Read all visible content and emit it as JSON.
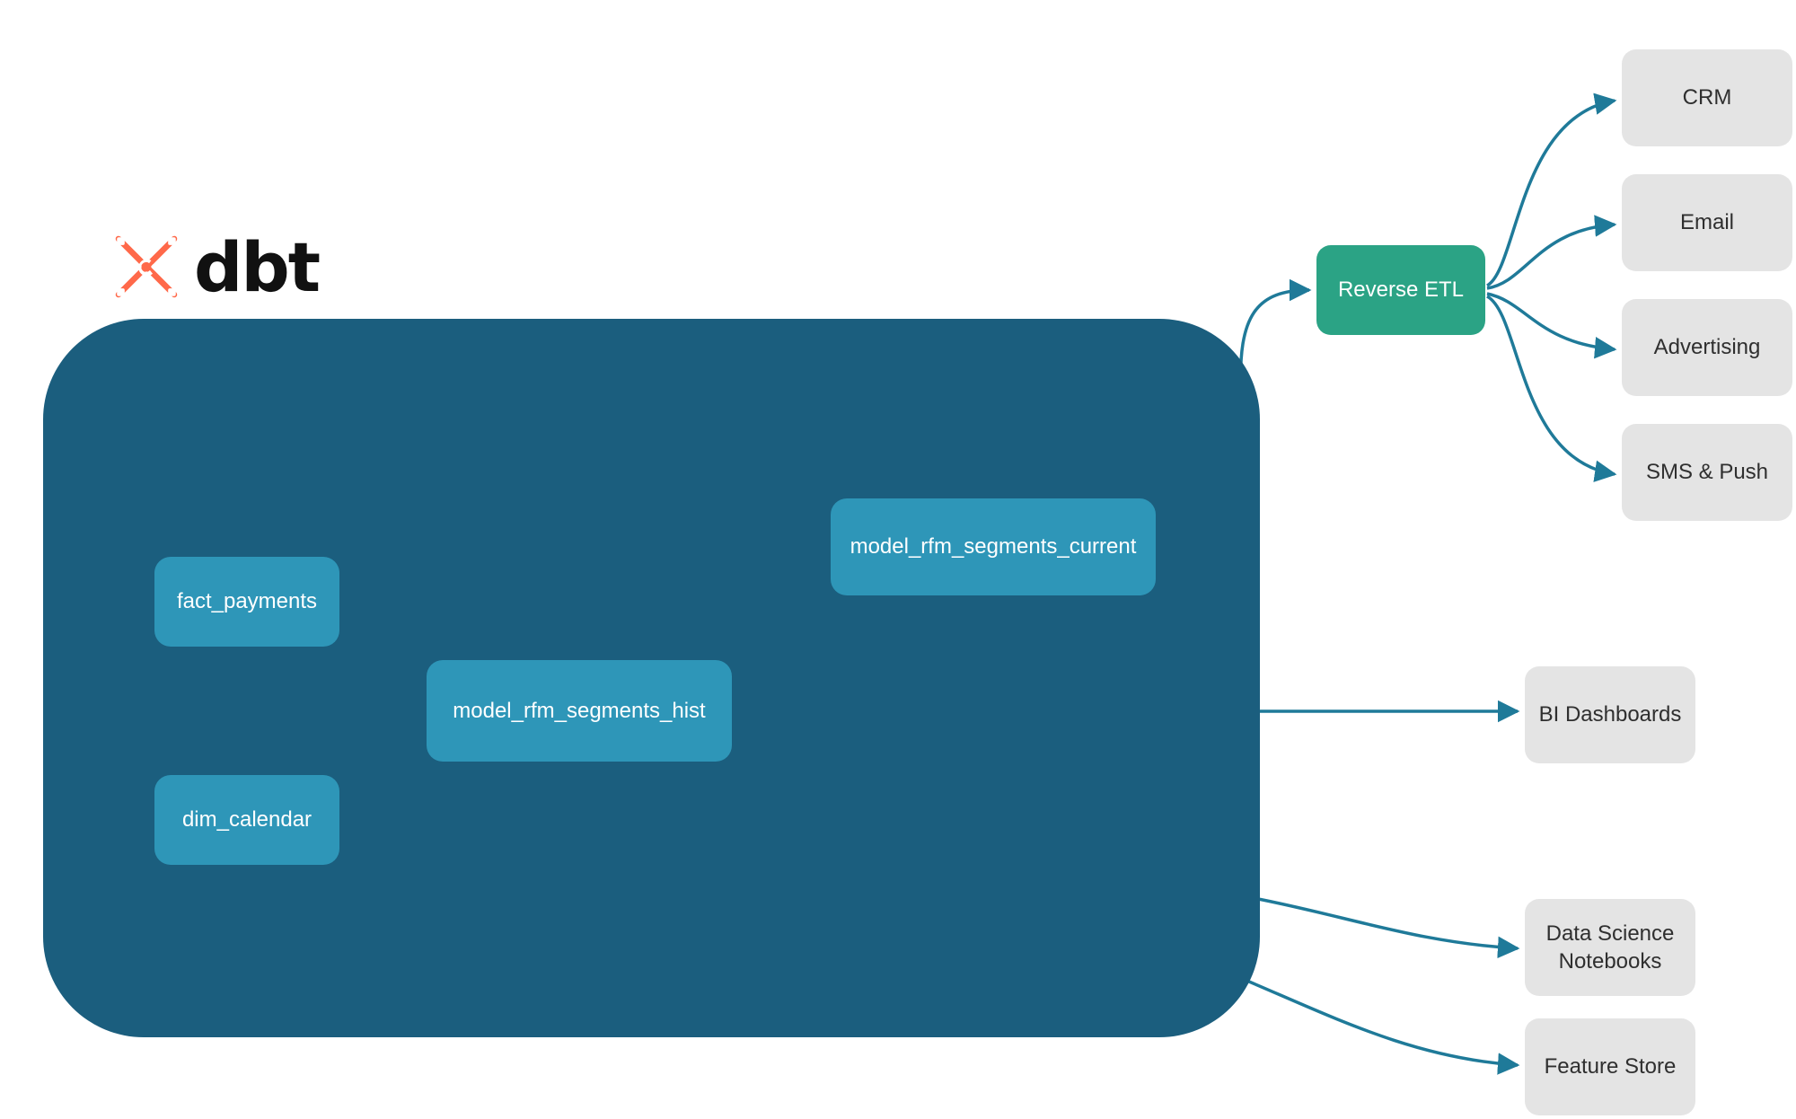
{
  "brand": {
    "logo_name": "dbt-logo",
    "wordmark": "dbt",
    "logo_color": "#FF694A"
  },
  "colors": {
    "container_bg": "#1B5E7E",
    "model_node": "#2E96B8",
    "reverse_etl_node": "#2BA385",
    "destination_node": "#E4E4E4",
    "internal_edge": "#3A8CA8",
    "external_edge": "#1F7A99",
    "page_bg": "#FFFFFF"
  },
  "project": {
    "name": "dbt-project-container",
    "models": [
      {
        "id": "fact_payments",
        "label": "fact_payments"
      },
      {
        "id": "dim_calendar",
        "label": "dim_calendar"
      },
      {
        "id": "model_rfm_segments_hist",
        "label": "model_rfm_segments_hist"
      },
      {
        "id": "model_rfm_segments_current",
        "label": "model_rfm_segments_current"
      }
    ]
  },
  "activation": {
    "reverse_etl": {
      "id": "reverse_etl",
      "label": "Reverse ETL"
    },
    "channels": [
      {
        "id": "crm",
        "label": "CRM"
      },
      {
        "id": "email",
        "label": "Email"
      },
      {
        "id": "advertising",
        "label": "Advertising"
      },
      {
        "id": "sms_push",
        "label": "SMS & Push"
      }
    ]
  },
  "consumers": [
    {
      "id": "bi_dashboards",
      "label": "BI Dashboards"
    },
    {
      "id": "data_science_notebooks",
      "label": "Data Science\nNotebooks",
      "line1": "Data Science",
      "line2": "Notebooks"
    },
    {
      "id": "feature_store",
      "label": "Feature Store"
    }
  ],
  "edges": [
    {
      "from": "fact_payments",
      "to": "model_rfm_segments_hist",
      "style": "internal"
    },
    {
      "from": "dim_calendar",
      "to": "model_rfm_segments_hist",
      "style": "internal"
    },
    {
      "from": "model_rfm_segments_hist",
      "to": "model_rfm_segments_current",
      "style": "internal"
    },
    {
      "from": "model_rfm_segments_current",
      "to": "reverse_etl",
      "style": "external"
    },
    {
      "from": "model_rfm_segments_hist",
      "to": "bi_dashboards",
      "style": "external"
    },
    {
      "from": "model_rfm_segments_hist",
      "to": "data_science_notebooks",
      "style": "external"
    },
    {
      "from": "model_rfm_segments_hist",
      "to": "feature_store",
      "style": "external"
    },
    {
      "from": "reverse_etl",
      "to": "crm",
      "style": "external"
    },
    {
      "from": "reverse_etl",
      "to": "email",
      "style": "external"
    },
    {
      "from": "reverse_etl",
      "to": "advertising",
      "style": "external"
    },
    {
      "from": "reverse_etl",
      "to": "sms_push",
      "style": "external"
    }
  ]
}
